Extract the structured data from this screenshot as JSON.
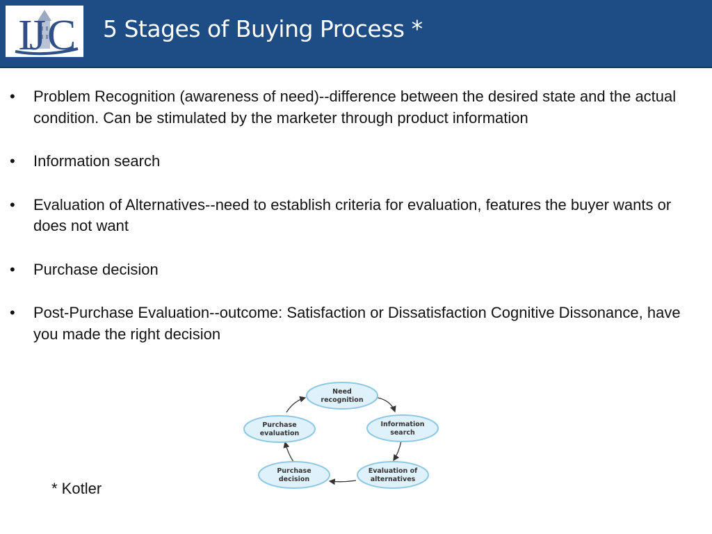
{
  "slide": {
    "title": "5 Stages of Buying Process *",
    "logo_text": "IJC",
    "bullet_char": "•",
    "bullets": [
      "Problem Recognition (awareness of need)--difference between the desired state and the actual condition. Can be stimulated by the marketer through product information",
      "Information search",
      "Evaluation of Alternatives--need to establish criteria for evaluation, features the buyer wants or does not want",
      "Purchase decision",
      "Post-Purchase Evaluation--outcome: Satisfaction or Dissatisfaction Cognitive Dissonance, have you made the right decision"
    ],
    "footnote": "* Kotler"
  },
  "diagram": {
    "nodes": [
      {
        "line1": "Need",
        "line2": "recognition"
      },
      {
        "line1": "Information",
        "line2": "search"
      },
      {
        "line1": "Evaluation of",
        "line2": "alternatives"
      },
      {
        "line1": "Purchase",
        "line2": "decision"
      },
      {
        "line1": "Purchase",
        "line2": "evaluation"
      }
    ]
  },
  "colors": {
    "header": "#1e4c85",
    "node_fill": "#dff1fa",
    "node_stroke": "#8fc8e2"
  }
}
